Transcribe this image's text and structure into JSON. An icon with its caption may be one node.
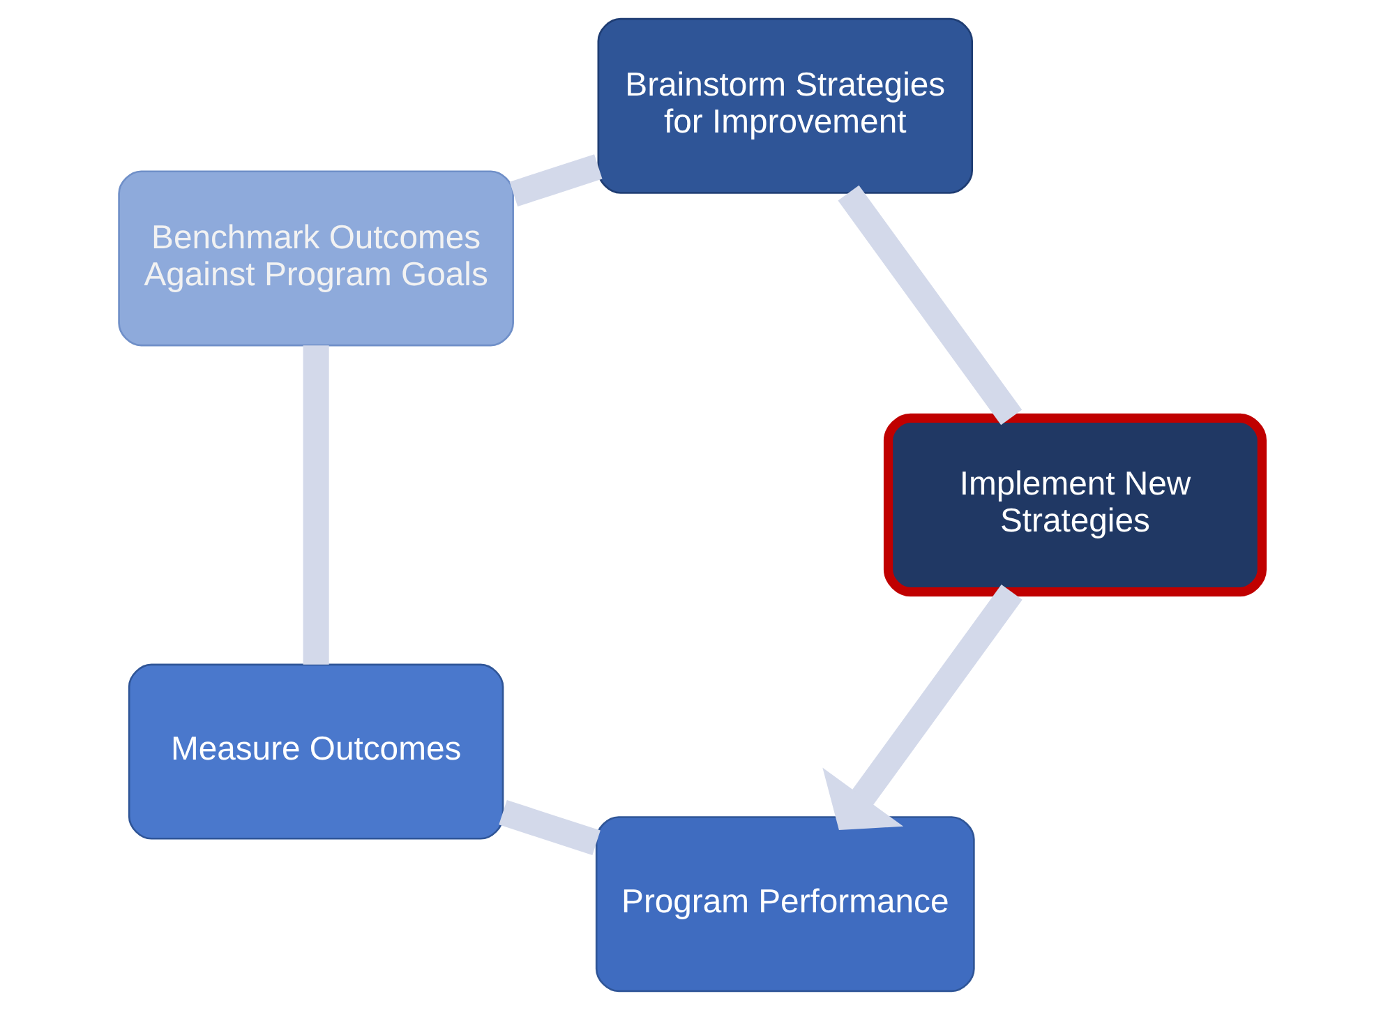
{
  "diagram": {
    "nodes": [
      {
        "text": [
          "Program Performance"
        ]
      },
      {
        "text": [
          "Measure Outcomes"
        ]
      },
      {
        "text": [
          "Benchmark Outcomes Against Program Goals"
        ]
      },
      {
        "text": [
          "Brainstorm Strategies for Improvement"
        ]
      },
      {
        "text": [
          "Implement New Strategies"
        ]
      }
    ],
    "edges": [
      {
        "from": 0,
        "to": 1,
        "arrow": "none"
      },
      {
        "from": 1,
        "to": 2,
        "arrow": "none"
      },
      {
        "from": 2,
        "to": 3,
        "arrow": "none"
      },
      {
        "from": 3,
        "to": 4,
        "arrow": "none"
      },
      {
        "from": 4,
        "to": 0,
        "arrow": "to"
      }
    ]
  }
}
